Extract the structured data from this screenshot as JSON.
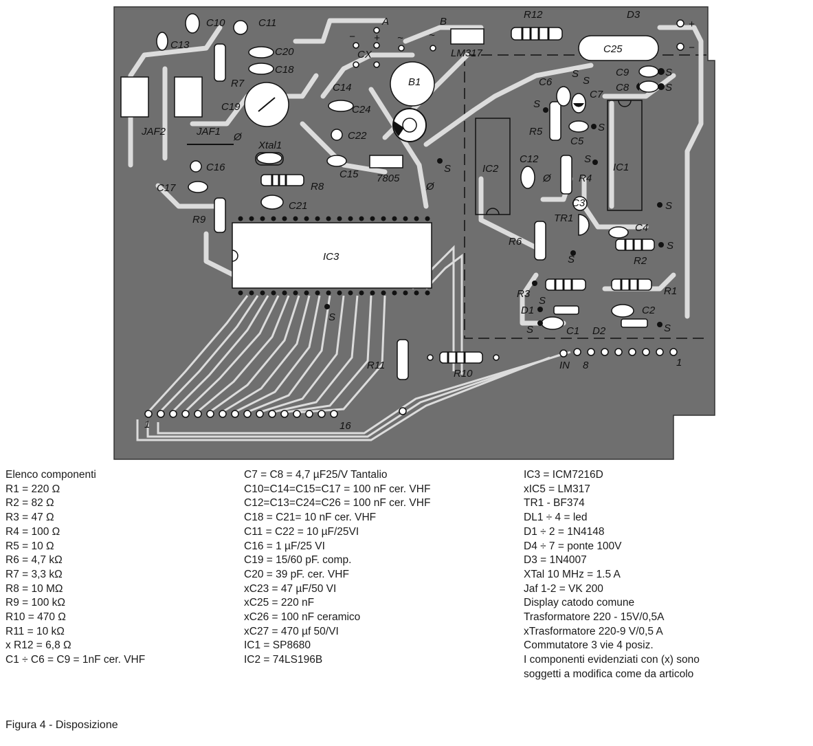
{
  "board_labels": {
    "c10": "C10",
    "c11": "C11",
    "c13": "C13",
    "c20": "C20",
    "c18": "C18",
    "r7": "R7",
    "c19": "C19",
    "jaf2": "JAF2",
    "jaf1": "JAF1",
    "xtal1": "Xtal1",
    "c16": "C16",
    "c17": "C17",
    "r8": "R8",
    "c21": "C21",
    "r9": "R9",
    "ic3": "IC3",
    "s_ic3": "S",
    "r11": "R11",
    "r10": "R10",
    "pin1": "1",
    "pin16": "16",
    "a": "A",
    "minus_top": "−",
    "plus_top": "+",
    "cx": "CX",
    "tilde1": "~",
    "tilde2": "~",
    "c14": "C14",
    "c24": "C24",
    "c22": "C22",
    "c15": "C15",
    "b1": "B1",
    "v7805": "7805",
    "s_mid": "S",
    "phi_mid": "Ø",
    "phi_jaf": "Ø",
    "b": "B",
    "lm317": "LM317",
    "r12": "R12",
    "d3": "D3",
    "c25": "C25",
    "plus_out": "+",
    "minus_out": "−",
    "c6": "C6",
    "s1": "S",
    "s2": "S",
    "c7": "C7",
    "c9": "C9",
    "c8": "C8",
    "s3": "S",
    "s4": "S",
    "s5": "S",
    "s6": "S",
    "r5": "R5",
    "c5": "C5",
    "ic2": "IC2",
    "c12": "C12",
    "phi2": "Ø",
    "r4": "R4",
    "s7": "S",
    "ic1": "IC1",
    "c3": "C3",
    "tr1": "TR1",
    "c4": "C4",
    "s8": "S",
    "r6": "R6",
    "s9": "S",
    "r2": "R2",
    "s10": "S",
    "r3": "R3",
    "r1": "R1",
    "s11": "S",
    "d1": "D1",
    "c2": "C2",
    "s12": "S",
    "c1": "C1",
    "d2": "D2",
    "s13": "S",
    "in": "IN",
    "p8": "8",
    "p1": "1"
  },
  "components": {
    "col1": [
      "Elenco componenti",
      "R1 = 220 Ω",
      "R2 = 82 Ω",
      "R3 = 47 Ω",
      "R4 = 100 Ω",
      "R5 = 10 Ω",
      "R6 = 4,7 kΩ",
      "R7 = 3,3 kΩ",
      "R8 = 10 MΩ",
      "R9 = 100 kΩ",
      "R10 = 470 Ω",
      "R11 = 10 kΩ",
      "x R12 = 6,8 Ω",
      "C1 ÷ C6 = C9 = 1nF cer. VHF"
    ],
    "col2": [
      "C7 = C8 = 4,7 µF25/V Tantalio",
      "C10=C14=C15=C17 = 100 nF cer. VHF",
      "C12=C13=C24=C26 = 100 nF cer. VHF",
      "C18 = C21= 10 nF cer. VHF",
      "C11 = C22 = 10 µF/25VI",
      "C16 = 1 µF/25 VI",
      "C19 = 15/60 pF. comp.",
      "C20 = 39 pF. cer. VHF",
      "xC23 = 47 µF/50 VI",
      "xC25 = 220 nF",
      "xC26 = 100 nF ceramico",
      "xC27 = 470 µf 50/VI",
      "IC1 = SP8680",
      "IC2 = 74LS196B"
    ],
    "col3": [
      "IC3 = ICM7216D",
      "xIC5 = LM317",
      "TR1 - BF374",
      "DL1 ÷ 4 = led",
      "D1 ÷ 2 = 1N4148",
      "D4 ÷ 7 = ponte 100V",
      "D3 = 1N4007",
      "XTal 10 MHz = 1.5 A",
      "Jaf 1-2 = VK 200",
      "Display catodo comune",
      "Trasformatore 220 - 15V/0,5A",
      "xTrasformatore 220-9 V/0,5 A",
      "Commutatore 3 vie  4 posiz.",
      "I componenti evidenziati con (x) sono",
      "soggetti a modifica come da articolo"
    ]
  },
  "caption": "Figura 4 - Disposizione",
  "colors": {
    "board": "#6f6f6f",
    "trace": "#dcdcdc",
    "ink": "#111111"
  }
}
